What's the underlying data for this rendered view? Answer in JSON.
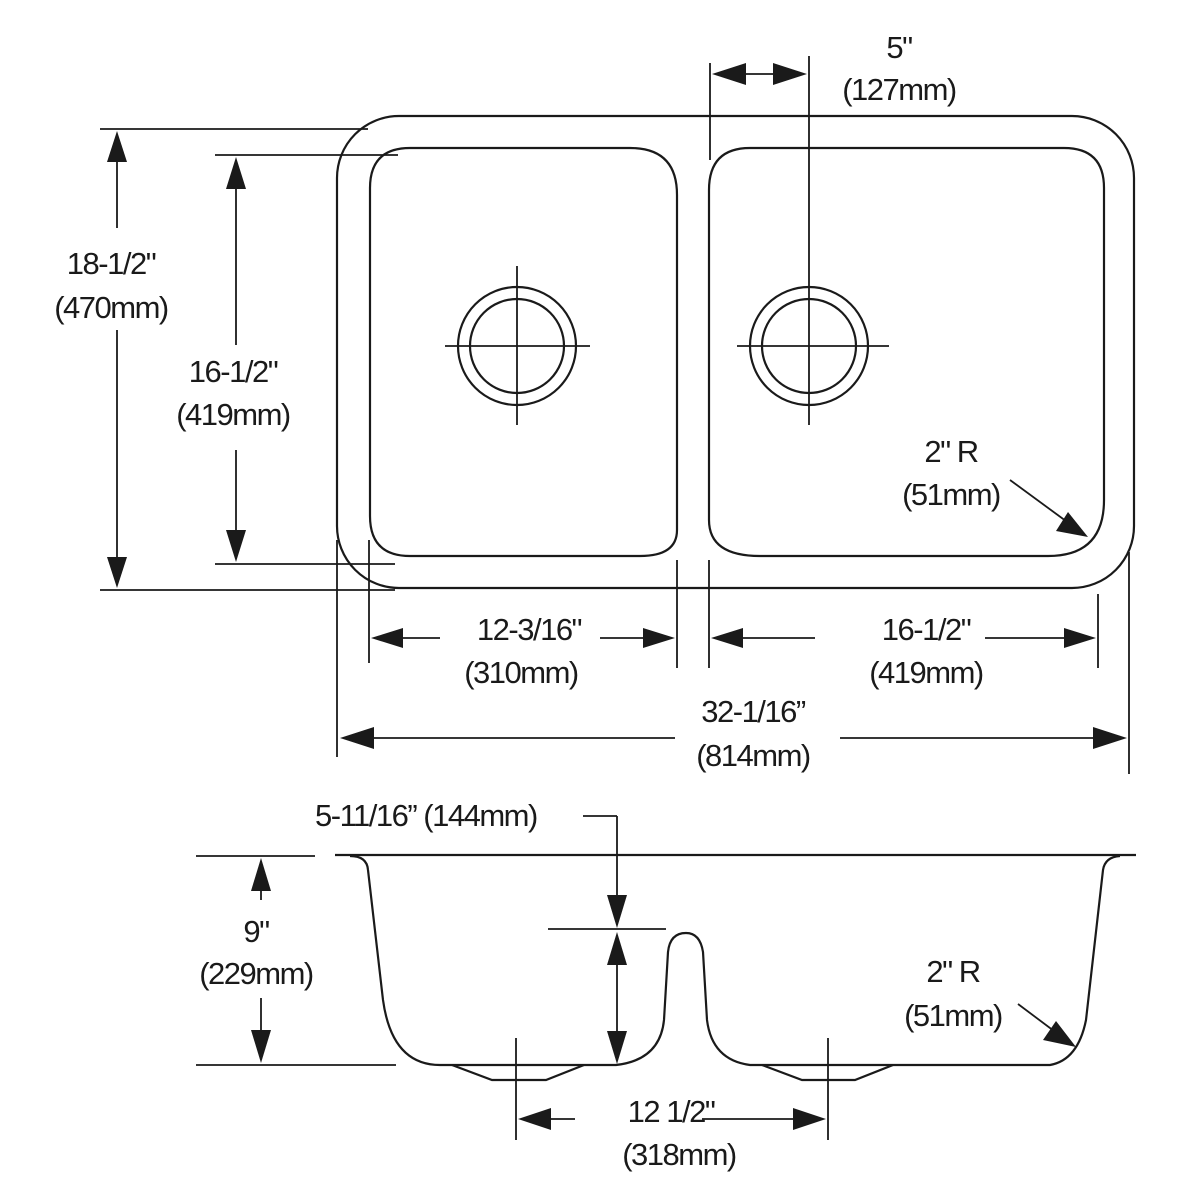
{
  "diagram": {
    "title": "Double bowl undermount sink dimension drawing",
    "colors": {
      "line": "#1a1a1a",
      "background": "#ffffff"
    },
    "top_view": {
      "divider_offset": {
        "imperial": "5\"",
        "metric": "(127mm)"
      },
      "overall_depth": {
        "imperial": "18-1/2\"",
        "metric": "(470mm)"
      },
      "bowl_depth": {
        "imperial": "16-1/2\"",
        "metric": "(419mm)"
      },
      "corner_radius": {
        "imperial": "2\" R",
        "metric": "(51mm)"
      },
      "left_bowl_width": {
        "imperial": "12-3/16\"",
        "metric": "(310mm)"
      },
      "right_bowl_width": {
        "imperial": "16-1/2\"",
        "metric": "(419mm)"
      },
      "overall_width": {
        "imperial": "32-1/16”",
        "metric": "(814mm)"
      }
    },
    "side_view": {
      "divider_height": {
        "label": "5-11/16” (144mm)"
      },
      "bowl_depth": {
        "imperial": "9\"",
        "metric": "(229mm)"
      },
      "corner_radius": {
        "imperial": "2\" R",
        "metric": "(51mm)"
      },
      "drain_spacing": {
        "imperial": "12 1/2\"",
        "metric": "(318mm)"
      }
    }
  }
}
